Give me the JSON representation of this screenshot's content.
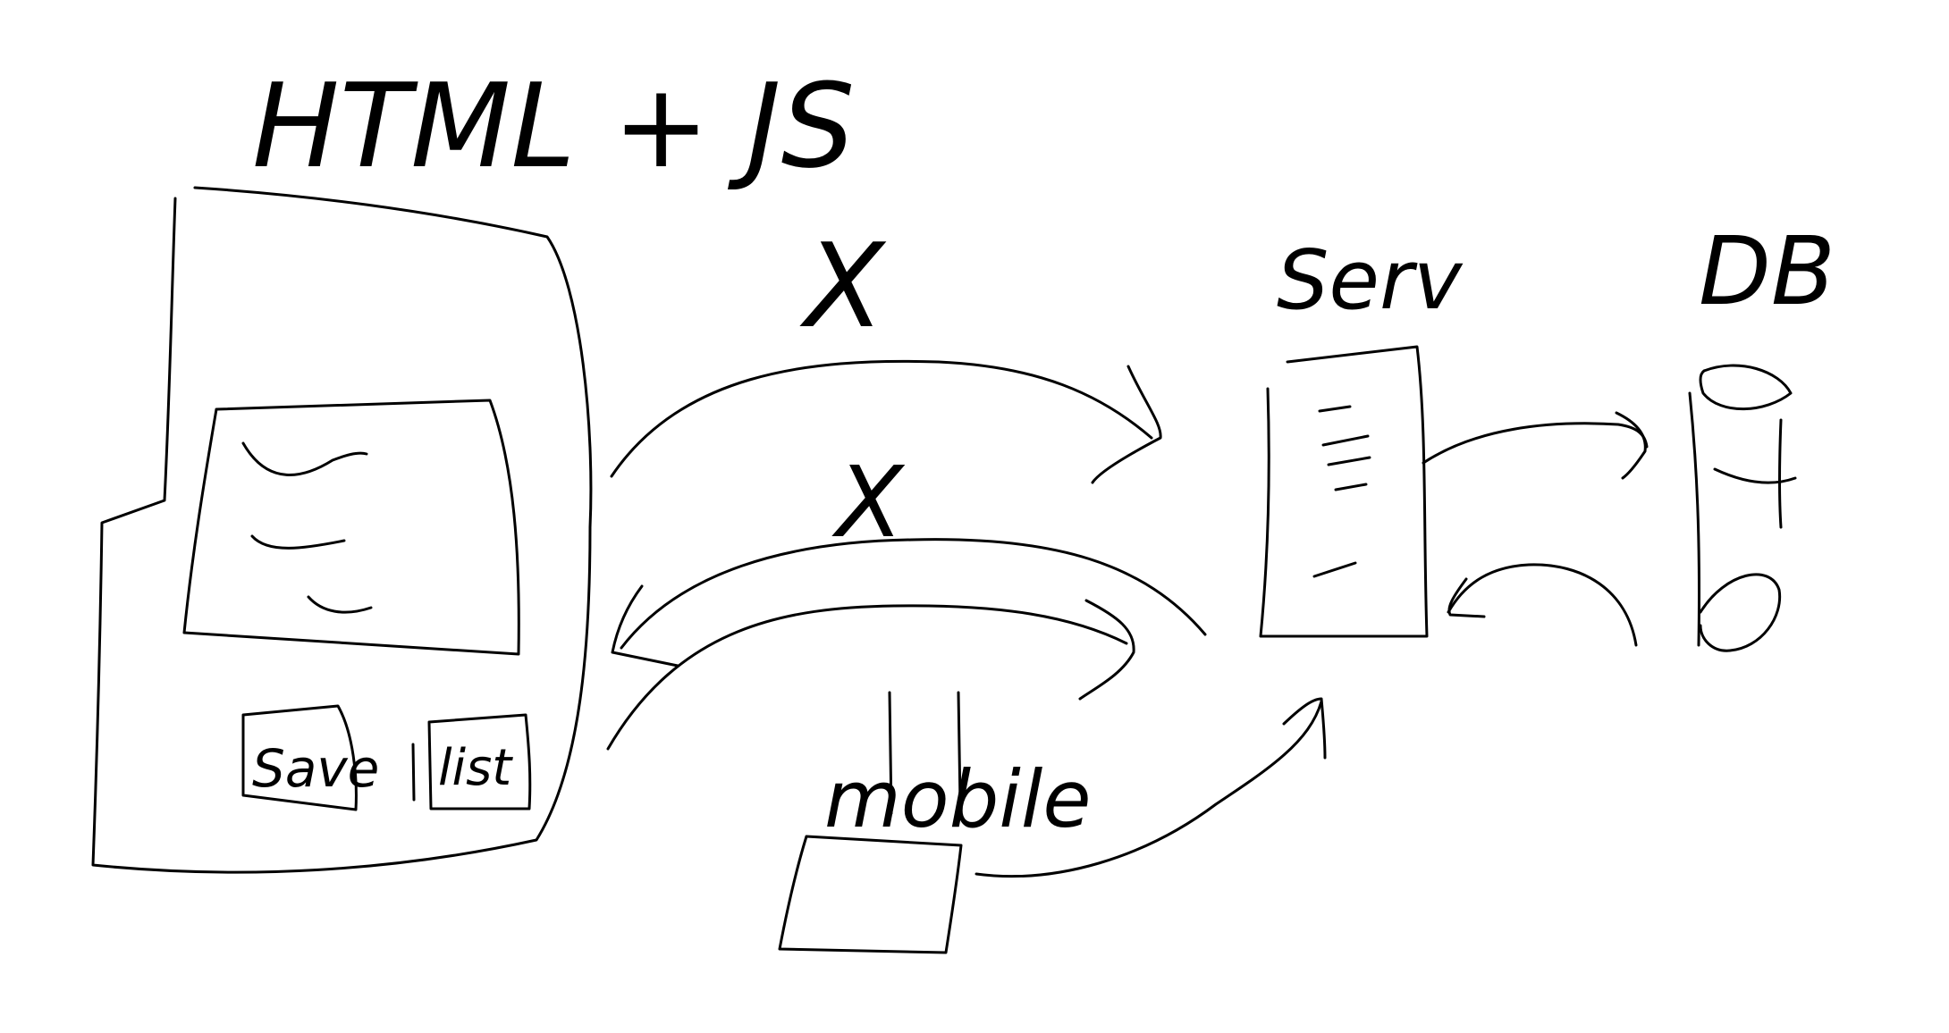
{
  "labels": {
    "client": "HTML + JS",
    "server": "Serv",
    "db": "DB",
    "mobile": "mobile",
    "save_button": "Save",
    "list_button": "list",
    "top_arrow_mark": "X",
    "middle_arrow_mark": "X"
  },
  "colors": {
    "ink": "#000000",
    "paper": "#ffffff"
  }
}
